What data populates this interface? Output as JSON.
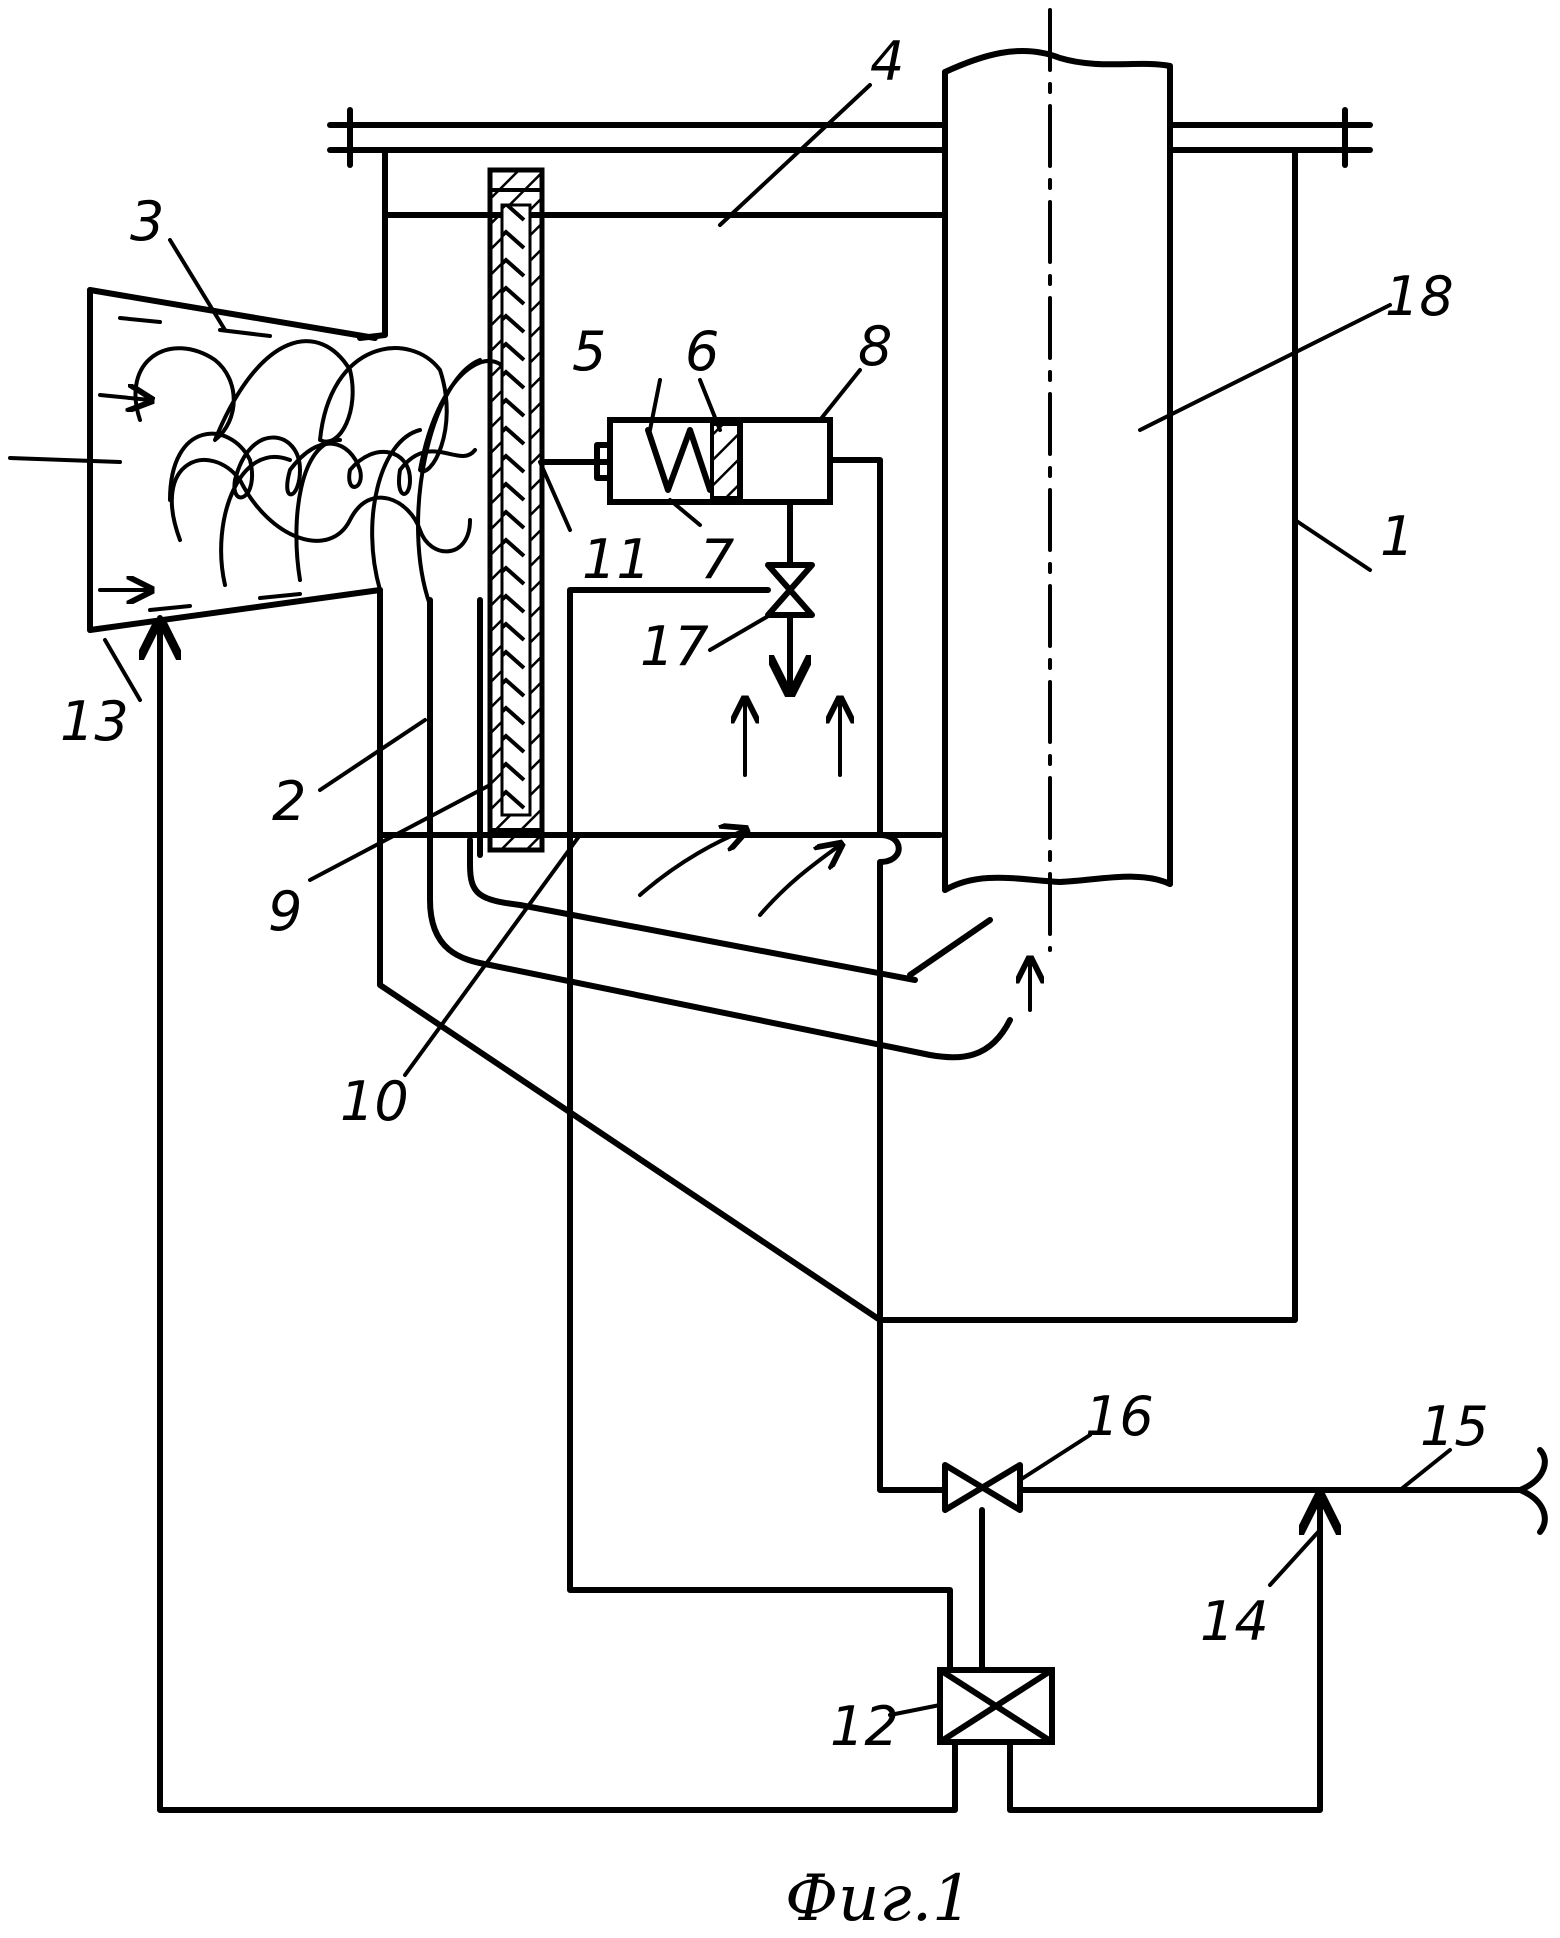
{
  "caption": "Фиг.1",
  "labels": {
    "l1": "1",
    "l2": "2",
    "l3": "3",
    "l4": "4",
    "l5": "5",
    "l6": "6",
    "l7": "7",
    "l8": "8",
    "l9": "9",
    "l10": "10",
    "l11": "11",
    "l12": "12",
    "l13": "13",
    "l14": "14",
    "l15": "15",
    "l16": "16",
    "l17": "17",
    "l18": "18"
  }
}
